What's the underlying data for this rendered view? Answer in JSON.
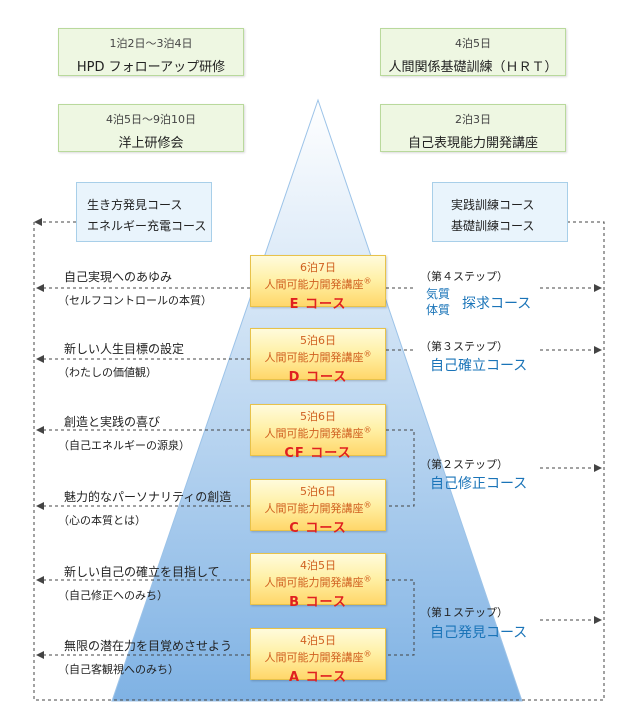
{
  "top_boxes": [
    {
      "line1": "1泊2日〜3泊4日",
      "line2": "HPD フォローアップ研修"
    },
    {
      "line1": "4泊5日",
      "line2": "人間関係基礎訓練（ＨＲＴ）"
    },
    {
      "line1": "4泊5日〜9泊10日",
      "line2": "洋上研修会"
    },
    {
      "line1": "2泊3日",
      "line2": "自己表現能力開発講座"
    }
  ],
  "side_boxes": {
    "left": [
      "生き方発見コース",
      "エネルギー充電コース"
    ],
    "right": [
      "実践訓練コース",
      "基礎訓練コース"
    ]
  },
  "courses": [
    {
      "days": "6泊7日",
      "name": "人間可能力開発講座",
      "mark": "®",
      "code": "E コース"
    },
    {
      "days": "5泊6日",
      "name": "人間可能力開発講座",
      "mark": "®",
      "code": "D コース"
    },
    {
      "days": "5泊6日",
      "name": "人間可能力開発講座",
      "mark": "®",
      "code": "CF コース"
    },
    {
      "days": "5泊6日",
      "name": "人間可能力開発講座",
      "mark": "®",
      "code": "C コース"
    },
    {
      "days": "4泊5日",
      "name": "人間可能力開発講座",
      "mark": "®",
      "code": "B コース"
    },
    {
      "days": "4泊5日",
      "name": "人間可能力開発講座",
      "mark": "®",
      "code": "A コース"
    }
  ],
  "themes": [
    {
      "title": "自己実現へのあゆみ",
      "sub": "（セルフコントロールの本質）"
    },
    {
      "title": "新しい人生目標の設定",
      "sub": "（わたしの価値観）"
    },
    {
      "title": "創造と実践の喜び",
      "sub": "（自己エネルギーの源泉）"
    },
    {
      "title": "魅力的なパーソナリティの創造",
      "sub": "（心の本質とは）"
    },
    {
      "title": "新しい自己の確立を目指して",
      "sub": "（自己修正へのみち）"
    },
    {
      "title": "無限の潜在力を目覚めさせよう",
      "sub": "（自己客観視へのみち）"
    }
  ],
  "steps": [
    {
      "label": "（第４ステップ）",
      "course": "探求コース",
      "extra1": "気質",
      "extra2": "体質"
    },
    {
      "label": "（第３ステップ）",
      "course": "自己確立コース"
    },
    {
      "label": "（第２ステップ）",
      "course": "自己修正コース"
    },
    {
      "label": "（第１ステップ）",
      "course": "自己発見コース"
    }
  ],
  "colors": {
    "pyramid_top": "#ffffff",
    "pyramid_bottom": "#7fb2e4",
    "course_text": "#e02020",
    "step_text": "#1a74b8"
  }
}
